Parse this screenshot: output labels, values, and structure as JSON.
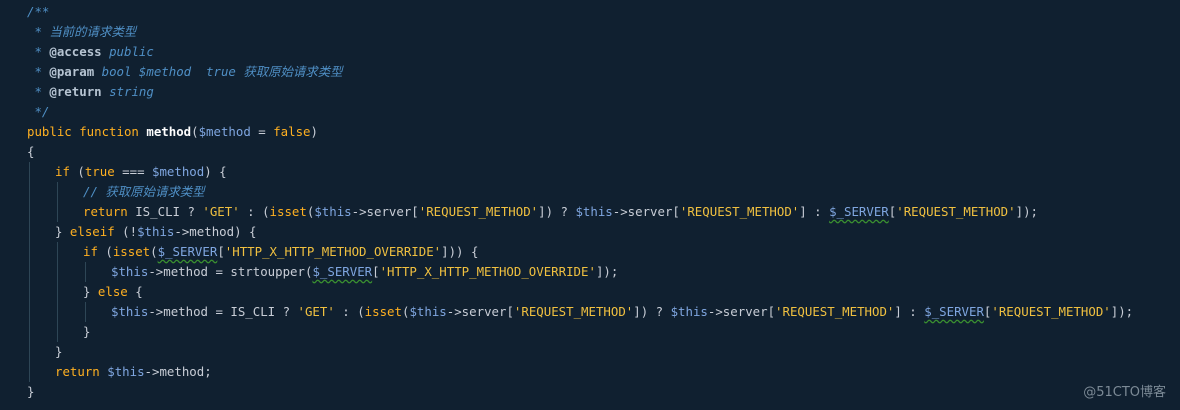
{
  "code": [
    {
      "indent": 0,
      "tokens": [
        {
          "c": "c",
          "t": "/**"
        }
      ]
    },
    {
      "indent": 0,
      "tokens": [
        {
          "c": "c",
          "t": " * 当前的请求类型"
        }
      ]
    },
    {
      "indent": 0,
      "tokens": [
        {
          "c": "c",
          "t": " * "
        },
        {
          "c": "ct",
          "t": "@access"
        },
        {
          "c": "c",
          "t": " public"
        }
      ]
    },
    {
      "indent": 0,
      "tokens": [
        {
          "c": "c",
          "t": " * "
        },
        {
          "c": "ct",
          "t": "@param"
        },
        {
          "c": "c",
          "t": " bool $method  true 获取原始请求类型"
        }
      ]
    },
    {
      "indent": 0,
      "tokens": [
        {
          "c": "c",
          "t": " * "
        },
        {
          "c": "ct",
          "t": "@return"
        },
        {
          "c": "c",
          "t": " string"
        }
      ]
    },
    {
      "indent": 0,
      "tokens": [
        {
          "c": "c",
          "t": " */"
        }
      ]
    },
    {
      "indent": 0,
      "tokens": [
        {
          "c": "k",
          "t": "public function "
        },
        {
          "c": "fn",
          "t": "method"
        },
        {
          "c": "b",
          "t": "("
        },
        {
          "c": "v",
          "t": "$method"
        },
        {
          "c": "b",
          "t": " = "
        },
        {
          "c": "k",
          "t": "false"
        },
        {
          "c": "b",
          "t": ")"
        }
      ]
    },
    {
      "indent": 0,
      "tokens": [
        {
          "c": "b",
          "t": "{"
        }
      ]
    },
    {
      "indent": 1,
      "tokens": [
        {
          "c": "k",
          "t": "if"
        },
        {
          "c": "b",
          "t": " ("
        },
        {
          "c": "k",
          "t": "true"
        },
        {
          "c": "b",
          "t": " === "
        },
        {
          "c": "v",
          "t": "$method"
        },
        {
          "c": "b",
          "t": ") {"
        }
      ]
    },
    {
      "indent": 2,
      "tokens": [
        {
          "c": "c",
          "t": "// 获取原始请求类型"
        }
      ]
    },
    {
      "indent": 2,
      "tokens": [
        {
          "c": "k",
          "t": "return"
        },
        {
          "c": "b",
          "t": " IS_CLI ? "
        },
        {
          "c": "s",
          "t": "'GET'"
        },
        {
          "c": "b",
          "t": " : ("
        },
        {
          "c": "k",
          "t": "isset"
        },
        {
          "c": "b",
          "t": "("
        },
        {
          "c": "v",
          "t": "$this"
        },
        {
          "c": "b",
          "t": "->server["
        },
        {
          "c": "s",
          "t": "'REQUEST_METHOD'"
        },
        {
          "c": "b",
          "t": "]) ? "
        },
        {
          "c": "v",
          "t": "$this"
        },
        {
          "c": "b",
          "t": "->server["
        },
        {
          "c": "s",
          "t": "'REQUEST_METHOD'"
        },
        {
          "c": "b",
          "t": "] : "
        },
        {
          "c": "sv",
          "t": "$_SERVER"
        },
        {
          "c": "b",
          "t": "["
        },
        {
          "c": "s",
          "t": "'REQUEST_METHOD'"
        },
        {
          "c": "b",
          "t": "]);"
        }
      ]
    },
    {
      "indent": 1,
      "tokens": [
        {
          "c": "b",
          "t": "} "
        },
        {
          "c": "k",
          "t": "elseif"
        },
        {
          "c": "b",
          "t": " (!"
        },
        {
          "c": "v",
          "t": "$this"
        },
        {
          "c": "b",
          "t": "->method) {"
        }
      ]
    },
    {
      "indent": 2,
      "tokens": [
        {
          "c": "k",
          "t": "if"
        },
        {
          "c": "b",
          "t": " ("
        },
        {
          "c": "k",
          "t": "isset"
        },
        {
          "c": "b",
          "t": "("
        },
        {
          "c": "sv",
          "t": "$_SERVER"
        },
        {
          "c": "b",
          "t": "["
        },
        {
          "c": "s",
          "t": "'HTTP_X_HTTP_METHOD_OVERRIDE'"
        },
        {
          "c": "b",
          "t": "])) {"
        }
      ]
    },
    {
      "indent": 3,
      "tokens": [
        {
          "c": "v",
          "t": "$this"
        },
        {
          "c": "b",
          "t": "->method = strtoupper("
        },
        {
          "c": "sv",
          "t": "$_SERVER"
        },
        {
          "c": "b",
          "t": "["
        },
        {
          "c": "s",
          "t": "'HTTP_X_HTTP_METHOD_OVERRIDE'"
        },
        {
          "c": "b",
          "t": "]);"
        }
      ]
    },
    {
      "indent": 2,
      "tokens": [
        {
          "c": "b",
          "t": "} "
        },
        {
          "c": "k",
          "t": "else"
        },
        {
          "c": "b",
          "t": " {"
        }
      ]
    },
    {
      "indent": 3,
      "tokens": [
        {
          "c": "v",
          "t": "$this"
        },
        {
          "c": "b",
          "t": "->method = IS_CLI ? "
        },
        {
          "c": "s",
          "t": "'GET'"
        },
        {
          "c": "b",
          "t": " : ("
        },
        {
          "c": "k",
          "t": "isset"
        },
        {
          "c": "b",
          "t": "("
        },
        {
          "c": "v",
          "t": "$this"
        },
        {
          "c": "b",
          "t": "->server["
        },
        {
          "c": "s",
          "t": "'REQUEST_METHOD'"
        },
        {
          "c": "b",
          "t": "]) ? "
        },
        {
          "c": "v",
          "t": "$this"
        },
        {
          "c": "b",
          "t": "->server["
        },
        {
          "c": "s",
          "t": "'REQUEST_METHOD'"
        },
        {
          "c": "b",
          "t": "] : "
        },
        {
          "c": "sv",
          "t": "$_SERVER"
        },
        {
          "c": "b",
          "t": "["
        },
        {
          "c": "s",
          "t": "'REQUEST_METHOD'"
        },
        {
          "c": "b",
          "t": "]);"
        }
      ]
    },
    {
      "indent": 2,
      "tokens": [
        {
          "c": "b",
          "t": "}"
        }
      ]
    },
    {
      "indent": 1,
      "tokens": [
        {
          "c": "b",
          "t": "}"
        }
      ]
    },
    {
      "indent": 1,
      "tokens": [
        {
          "c": "k",
          "t": "return"
        },
        {
          "c": "b",
          "t": " "
        },
        {
          "c": "v",
          "t": "$this"
        },
        {
          "c": "b",
          "t": "->method;"
        }
      ]
    },
    {
      "indent": 0,
      "tokens": [
        {
          "c": "b",
          "t": "}"
        }
      ]
    }
  ],
  "watermark": "@51CTO博客",
  "colors": {
    "background": "#102030",
    "comment": "#4f8fc5",
    "keyword": "#ffb021",
    "variable": "#7fa6e0",
    "string": "#f0c040",
    "function_name": "#ffffff"
  }
}
